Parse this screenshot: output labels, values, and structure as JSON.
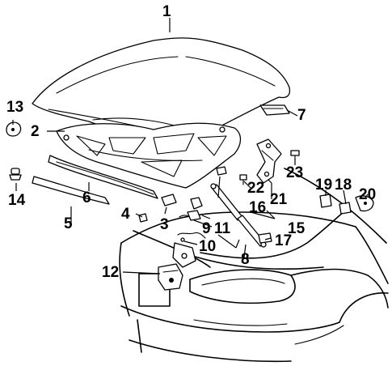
{
  "labels": {
    "l1": "1",
    "l2": "2",
    "l3": "3",
    "l4": "4",
    "l5": "5",
    "l6": "6",
    "l7": "7",
    "l8": "8",
    "l9": "9",
    "l10": "10",
    "l11": "11",
    "l12": "12",
    "l13": "13",
    "l14": "14",
    "l15": "15",
    "l16": "16",
    "l17": "17",
    "l18": "18",
    "l19": "19",
    "l20": "20",
    "l21": "21",
    "l22": "22",
    "l23": "23"
  }
}
